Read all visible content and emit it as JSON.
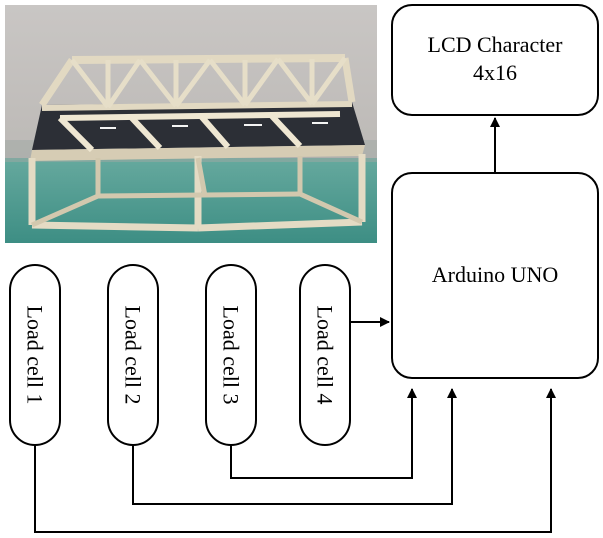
{
  "diagram": {
    "photo": {
      "subject": "truss bridge model"
    },
    "nodes": {
      "lcd": {
        "lines": [
          "LCD Character",
          "4x16"
        ]
      },
      "arduino": {
        "label": "Arduino UNO"
      },
      "load_cells": [
        {
          "label": "Load cell 1"
        },
        {
          "label": "Load cell 2"
        },
        {
          "label": "Load cell 3"
        },
        {
          "label": "Load cell 4"
        }
      ]
    },
    "connections": [
      {
        "from": "Load cell 4",
        "to": "Arduino UNO"
      },
      {
        "from": "Load cell 3",
        "to": "Arduino UNO"
      },
      {
        "from": "Load cell 2",
        "to": "Arduino UNO"
      },
      {
        "from": "Load cell 1",
        "to": "Arduino UNO"
      },
      {
        "from": "Arduino UNO",
        "to": "LCD Character 4x16"
      }
    ]
  }
}
